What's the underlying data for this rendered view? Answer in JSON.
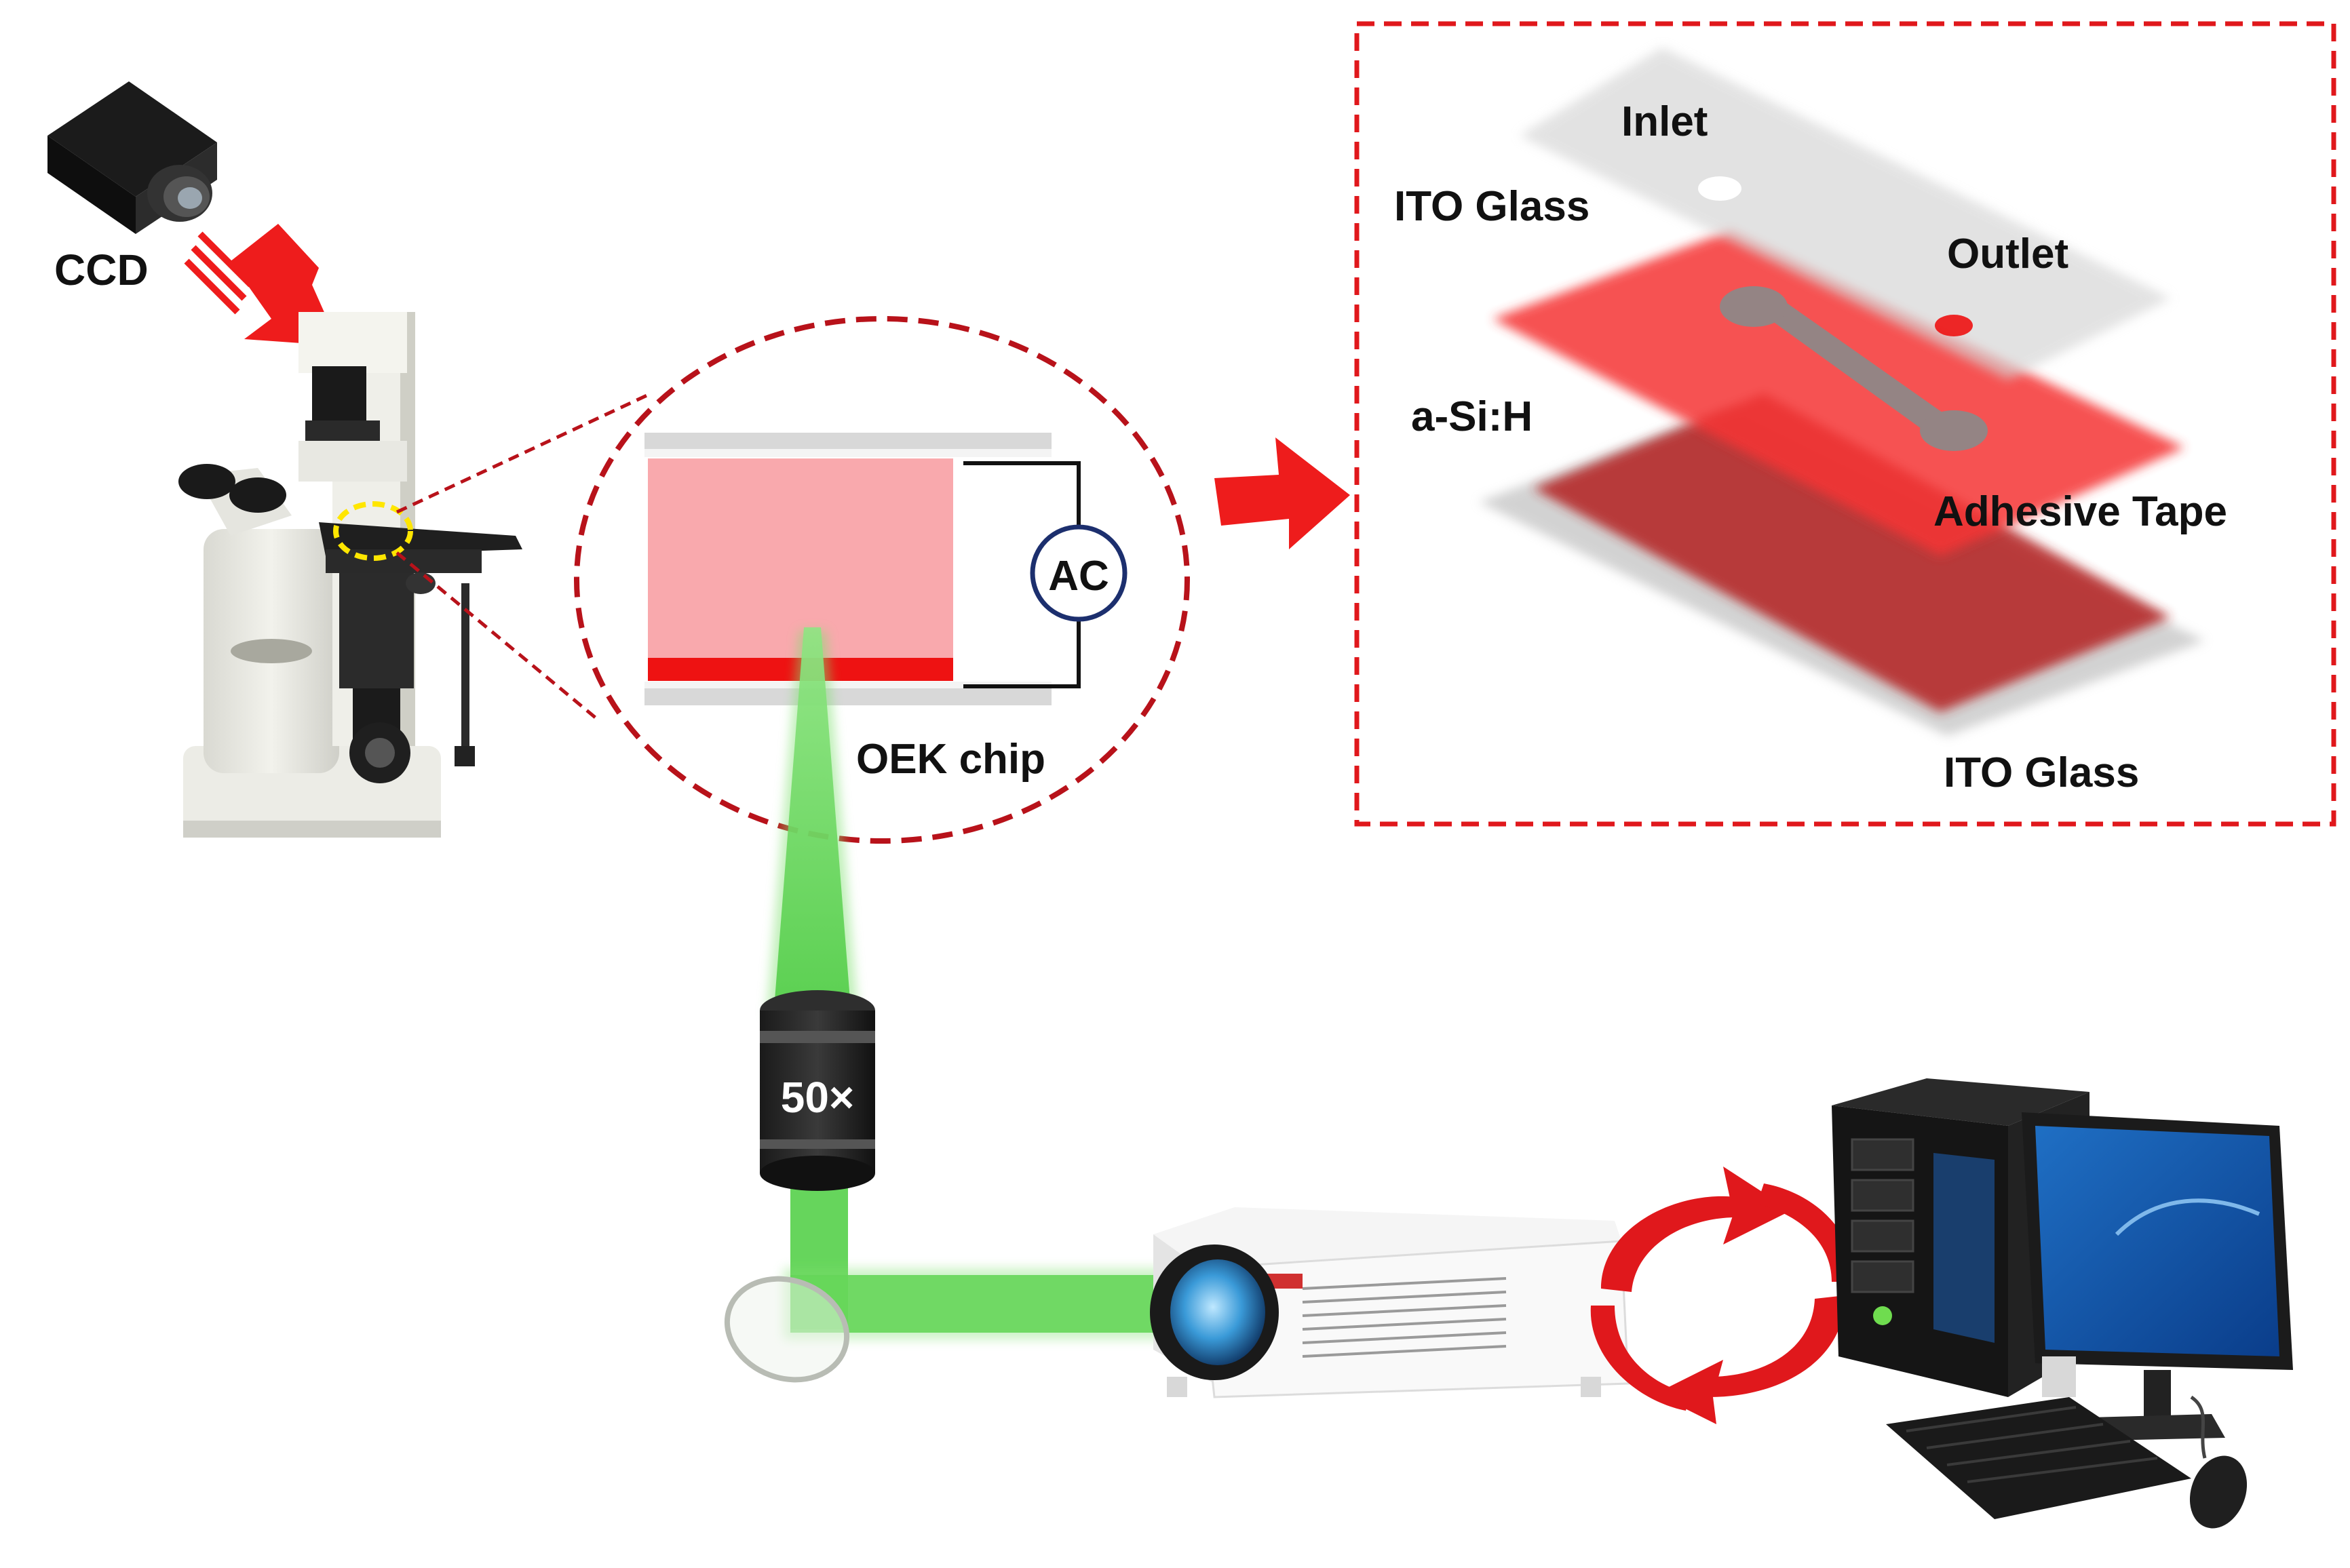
{
  "labels": {
    "ccd": "CCD",
    "ac": "AC",
    "oek_chip": "OEK chip",
    "objective": "50×",
    "inlet": "Inlet",
    "ito_glass_top": "ITO Glass",
    "outlet": "Outlet",
    "a_si_h": "a-Si:H",
    "adhesive_tape": "Adhesive Tape",
    "ito_glass_bottom": "ITO Glass"
  },
  "colors": {
    "arrow_red": "#ee1c1c",
    "dashed_red": "#b8121a",
    "chip_pink": "#f9a9ad",
    "asih_red": "#ee1212",
    "light_beam": "#55d04a",
    "glass_gray": "#cfcfcf",
    "dark_red_layer": "#b52a2a"
  }
}
